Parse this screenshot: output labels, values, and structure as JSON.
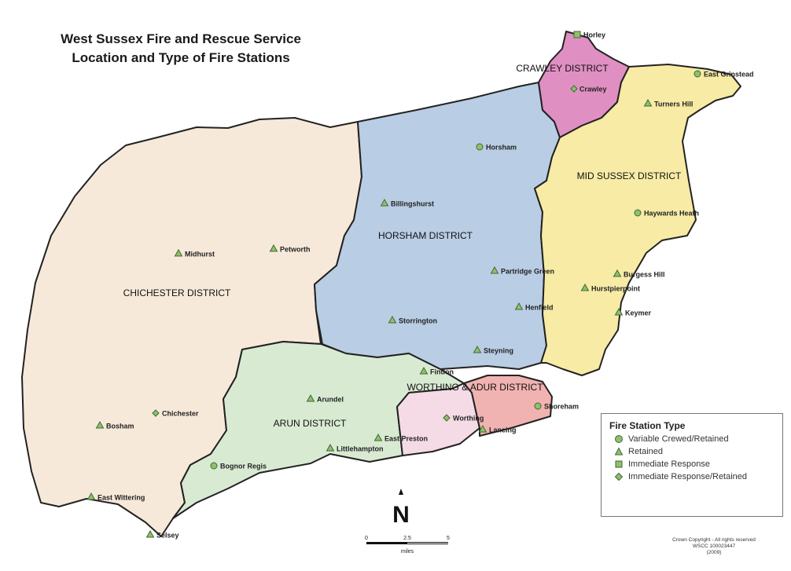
{
  "title": {
    "line1": "West Sussex Fire and Rescue Service",
    "line2": "Location and Type of Fire Stations"
  },
  "colors": {
    "chichester": "#f7e9da",
    "horsham": "#b9cde4",
    "crawley": "#e08fc2",
    "mid_sussex": "#f7eba5",
    "arun": "#d9ead3",
    "worthing": "#f4dbe5",
    "adur": "#f0b3b1",
    "symbol_fill": "#8fbf6f",
    "symbol_stroke": "#3f6b2f"
  },
  "districts": [
    {
      "id": "chichester",
      "label": "CHICHESTER DISTRICT"
    },
    {
      "id": "horsham",
      "label": "HORSHAM DISTRICT"
    },
    {
      "id": "crawley",
      "label": "CRAWLEY DISTRICT"
    },
    {
      "id": "mid_sussex",
      "label": "MID SUSSEX DISTRICT"
    },
    {
      "id": "arun",
      "label": "ARUN DISTRICT"
    },
    {
      "id": "worthing_adur",
      "label": "WORTHING & ADUR DISTRICT"
    }
  ],
  "stations": [
    {
      "name": "Horley",
      "type": "square"
    },
    {
      "name": "Crawley",
      "type": "diamond"
    },
    {
      "name": "East Grinstead",
      "type": "circle"
    },
    {
      "name": "Turners Hill",
      "type": "triangle"
    },
    {
      "name": "Horsham",
      "type": "circle"
    },
    {
      "name": "Billingshurst",
      "type": "triangle"
    },
    {
      "name": "Haywards Heath",
      "type": "circle"
    },
    {
      "name": "Midhurst",
      "type": "triangle"
    },
    {
      "name": "Petworth",
      "type": "triangle"
    },
    {
      "name": "Partridge Green",
      "type": "triangle"
    },
    {
      "name": "Burgess Hill",
      "type": "triangle"
    },
    {
      "name": "Hurstpierpoint",
      "type": "triangle"
    },
    {
      "name": "Henfield",
      "type": "triangle"
    },
    {
      "name": "Storrington",
      "type": "triangle"
    },
    {
      "name": "Keymer",
      "type": "triangle"
    },
    {
      "name": "Steyning",
      "type": "triangle"
    },
    {
      "name": "Findon",
      "type": "triangle"
    },
    {
      "name": "Arundel",
      "type": "triangle"
    },
    {
      "name": "Shoreham",
      "type": "circle"
    },
    {
      "name": "Worthing",
      "type": "diamond"
    },
    {
      "name": "Lancing",
      "type": "triangle"
    },
    {
      "name": "Chichester",
      "type": "diamond"
    },
    {
      "name": "Bosham",
      "type": "triangle"
    },
    {
      "name": "East Preston",
      "type": "triangle"
    },
    {
      "name": "Littlehampton",
      "type": "triangle"
    },
    {
      "name": "Bognor Regis",
      "type": "circle"
    },
    {
      "name": "East Wittering",
      "type": "triangle"
    },
    {
      "name": "Selsey",
      "type": "triangle"
    }
  ],
  "legend": {
    "title": "Fire Station Type",
    "items": [
      {
        "symbol": "circle",
        "label": "Variable Crewed/Retained"
      },
      {
        "symbol": "triangle",
        "label": "Retained"
      },
      {
        "symbol": "square",
        "label": "Immediate Response"
      },
      {
        "symbol": "diamond",
        "label": "Immediate Response/Retained"
      }
    ]
  },
  "scale": {
    "ticks": [
      "0",
      "2.5",
      "5"
    ],
    "unit": "miles"
  },
  "north_arrow": "N",
  "copyright": [
    "Crown Copyright - All rights reserved",
    "WSCC 100023447",
    "(2009)"
  ]
}
